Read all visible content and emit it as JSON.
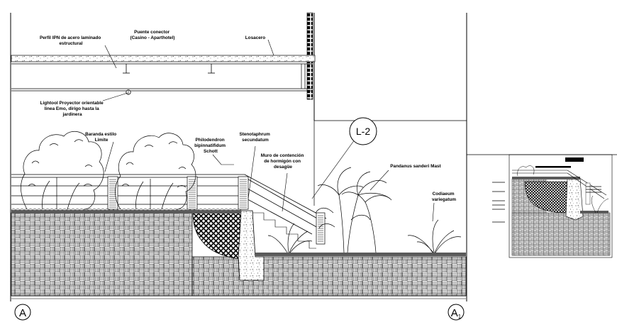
{
  "drawing": {
    "labels": {
      "puente": [
        "Puente conector",
        "(Casino - Aparthotel)"
      ],
      "perfil": [
        "Perfil IPN de acero laminado",
        "estructural"
      ],
      "losacero": [
        "Losacero"
      ],
      "lightool": [
        "Lightool Proyector orientable",
        "linea Emo, dirigo hasta la",
        "jardinera"
      ],
      "baranda": [
        "Baranda estilo",
        "Limite"
      ],
      "philodendron": [
        "Philodendron",
        "bipinnatifidum",
        "Schott"
      ],
      "stenotaphrum": [
        "Stenotaphrum",
        "secundatum"
      ],
      "muro": [
        "Muro de contención",
        "de hormigón con",
        "desagüe"
      ],
      "pandanus": [
        "Pandanus sanderi Mast"
      ],
      "codiaeum": [
        "Codiaeum",
        "variegatum"
      ]
    },
    "callout": "L-2",
    "axis_left": "A",
    "axis_right": "A1"
  },
  "colors": {
    "line": "#000000",
    "grass": "#5a5a5a",
    "concrete": "#bdbdbd"
  }
}
